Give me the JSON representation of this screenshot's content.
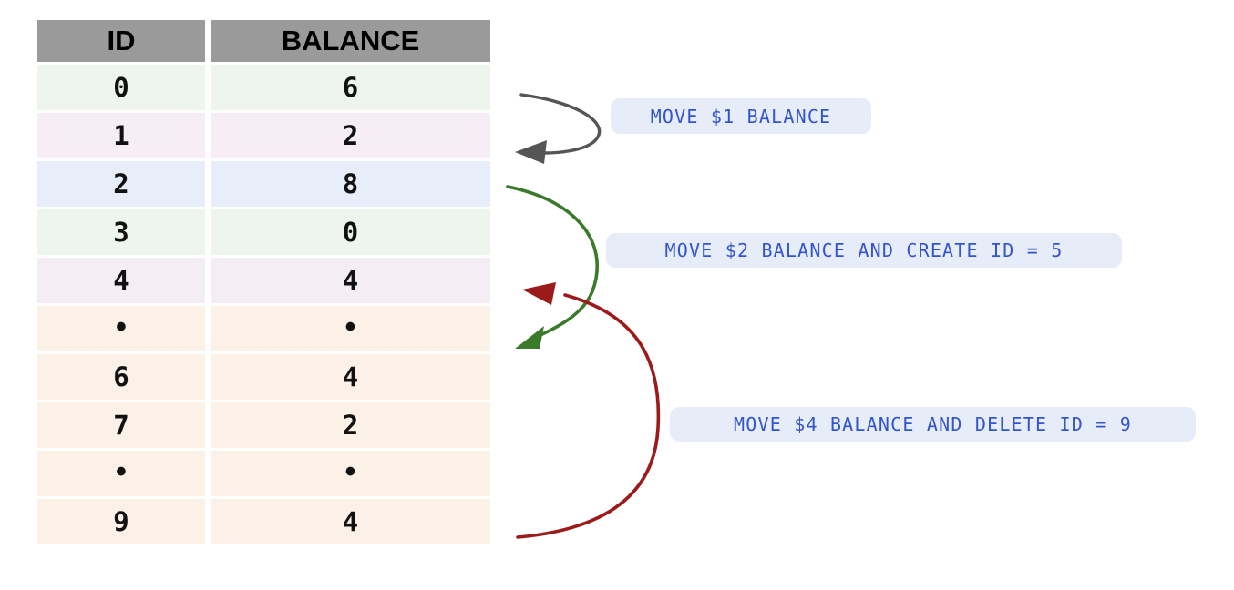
{
  "table": {
    "columns": [
      "ID",
      "BALANCE"
    ],
    "rows": [
      {
        "id": "0",
        "balance": "6",
        "color": "#eef5ee"
      },
      {
        "id": "1",
        "balance": "2",
        "color": "#f6eef4"
      },
      {
        "id": "2",
        "balance": "8",
        "color": "#e8eef9"
      },
      {
        "id": "3",
        "balance": "0",
        "color": "#eef5ee"
      },
      {
        "id": "4",
        "balance": "4",
        "color": "#f4eef4"
      },
      {
        "id": "•",
        "balance": "•",
        "color": "#fbf1e6"
      },
      {
        "id": "6",
        "balance": "4",
        "color": "#fbf1e6"
      },
      {
        "id": "7",
        "balance": "2",
        "color": "#fbf1e6"
      },
      {
        "id": "•",
        "balance": "•",
        "color": "#fbf1e6"
      },
      {
        "id": "9",
        "balance": "4",
        "color": "#fbf1e6"
      }
    ],
    "header_background": "#9a9a9a",
    "header_text_color": "#000000"
  },
  "annotations": [
    {
      "id": "annotation-move-1",
      "label": "MOVE $1 BALANCE",
      "arrow_color": "#555555",
      "arrow_name": "gray-curved-arrow",
      "pill_background": "#e7ecf9",
      "text_color": "#3355cc"
    },
    {
      "id": "annotation-move-2",
      "label": "MOVE $2 BALANCE AND CREATE ID = 5",
      "arrow_color": "#3a7a2a",
      "arrow_name": "green-curved-arrow",
      "pill_background": "#e7ecf9",
      "text_color": "#3355cc"
    },
    {
      "id": "annotation-move-4",
      "label": "MOVE $4 BALANCE AND DELETE ID = 9",
      "arrow_color": "#9b1b1b",
      "arrow_name": "red-curved-arrow",
      "pill_background": "#e7ecf9",
      "text_color": "#3355cc"
    }
  ]
}
